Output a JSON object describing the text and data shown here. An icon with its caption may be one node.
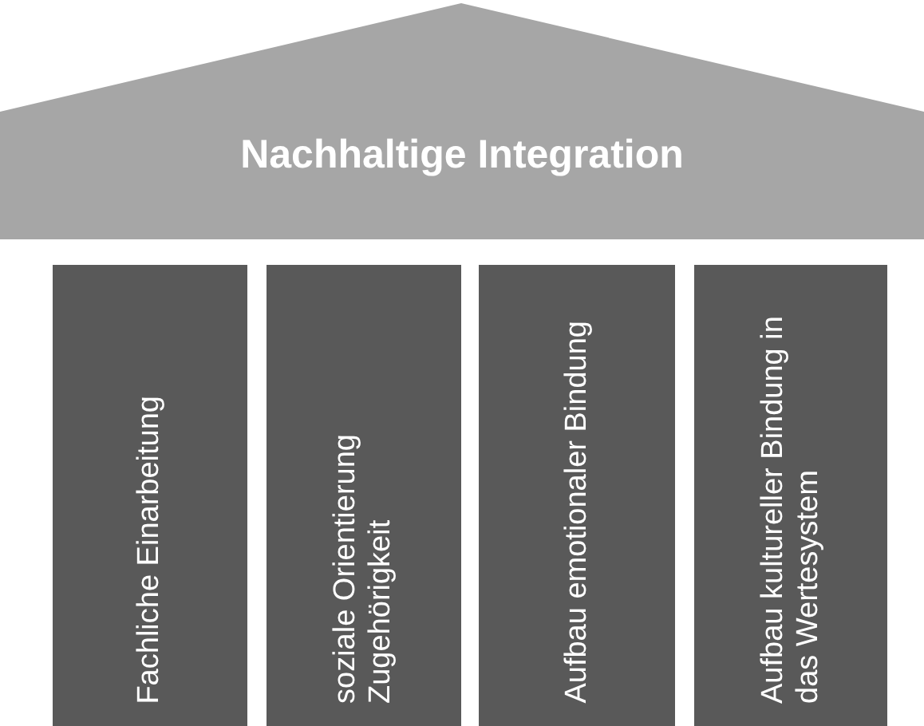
{
  "diagram": {
    "nodes": [
      {
        "text": [
          "Nachhaltige Integration"
        ]
      },
      {
        "text": [
          "Fachliche Einarbeitung"
        ]
      },
      {
        "text": [
          "soziale Orientierung Zugehörigkeit"
        ]
      },
      {
        "text": [
          "Aufbau emotionaler Bindung"
        ]
      },
      {
        "text": [
          "Aufbau kultureller Bindung in das Wertesystem"
        ]
      }
    ]
  }
}
